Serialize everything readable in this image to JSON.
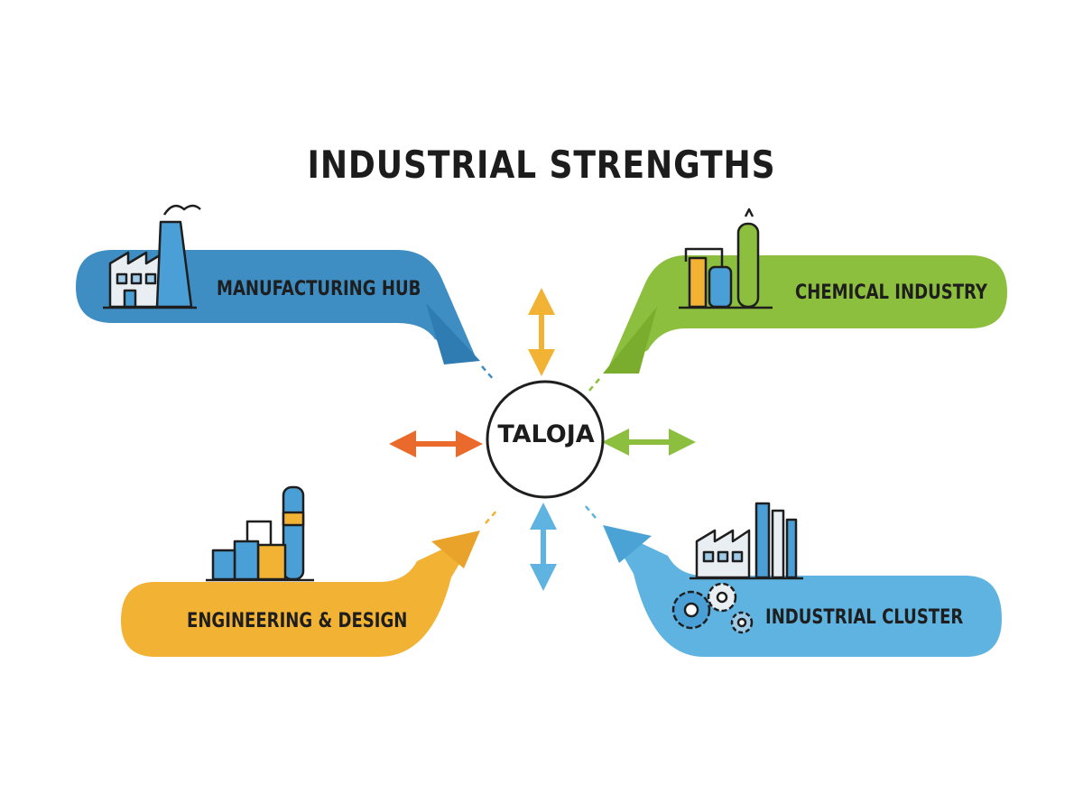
{
  "title": "INDUSTRIAL STRENGTHS",
  "center": {
    "label": "TALOJA"
  },
  "colors": {
    "blue": "#3e8dc3",
    "light_blue": "#5fb3e0",
    "green": "#8dbf3e",
    "yellow": "#f2b233",
    "orange": "#ea6a2c",
    "outline": "#1e1e1e"
  },
  "nodes": [
    {
      "id": "manufacturing",
      "label": "MANUFACTURING HUB",
      "color": "#3e8dc3",
      "icon": "factory-smokestack-icon"
    },
    {
      "id": "chemical",
      "label": "CHEMICAL INDUSTRY",
      "color": "#8dbf3e",
      "icon": "chemical-plant-icon"
    },
    {
      "id": "engineering",
      "label": "ENGINEERING & DESIGN",
      "color": "#f2b233",
      "icon": "refinery-tanks-icon"
    },
    {
      "id": "cluster",
      "label": "INDUSTRIAL CLUSTER",
      "color": "#5fb3e0",
      "icon": "factory-gears-icon"
    }
  ]
}
